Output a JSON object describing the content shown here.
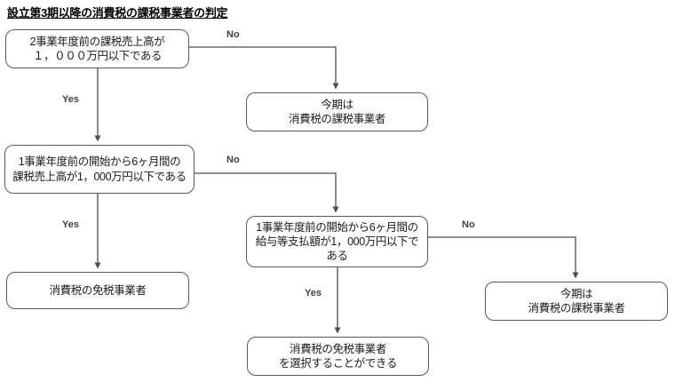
{
  "title": "設立第3期以降の消費税の課税事業者の判定",
  "colors": {
    "background": "#ffffff",
    "node_border": "#595959",
    "connector": "#4d4d4d",
    "text": "#1a1a1a",
    "edge_label": "#404040"
  },
  "nodes": {
    "q1": {
      "lines": [
        "2事業年度前の課税売上高が",
        "１，０００万円以下である"
      ]
    },
    "taxable1": {
      "lines": [
        "今期は",
        "消費税の課税事業者"
      ]
    },
    "q2": {
      "lines": [
        "1事業年度前の開始から6ヶ月間の",
        "課税売上高が1，000万円以下である"
      ]
    },
    "q3": {
      "lines": [
        "1事業年度前の開始から6ヶ月間の",
        "給与等支払額が1，000万円以下で",
        "ある"
      ]
    },
    "exempt": {
      "lines": [
        "消費税の免税事業者"
      ]
    },
    "taxable2": {
      "lines": [
        "今期は",
        "消費税の課税事業者"
      ]
    },
    "exemptChoice": {
      "lines": [
        "消費税の免税事業者",
        "を選択することができる"
      ]
    }
  },
  "edges": [
    {
      "from": "q1",
      "to": "taxable1",
      "label": "No"
    },
    {
      "from": "q1",
      "to": "q2",
      "label": "Yes"
    },
    {
      "from": "q2",
      "to": "q3",
      "label": "No"
    },
    {
      "from": "q2",
      "to": "exempt",
      "label": "Yes"
    },
    {
      "from": "q3",
      "to": "taxable2",
      "label": "No"
    },
    {
      "from": "q3",
      "to": "exemptChoice",
      "label": "Yes"
    }
  ]
}
